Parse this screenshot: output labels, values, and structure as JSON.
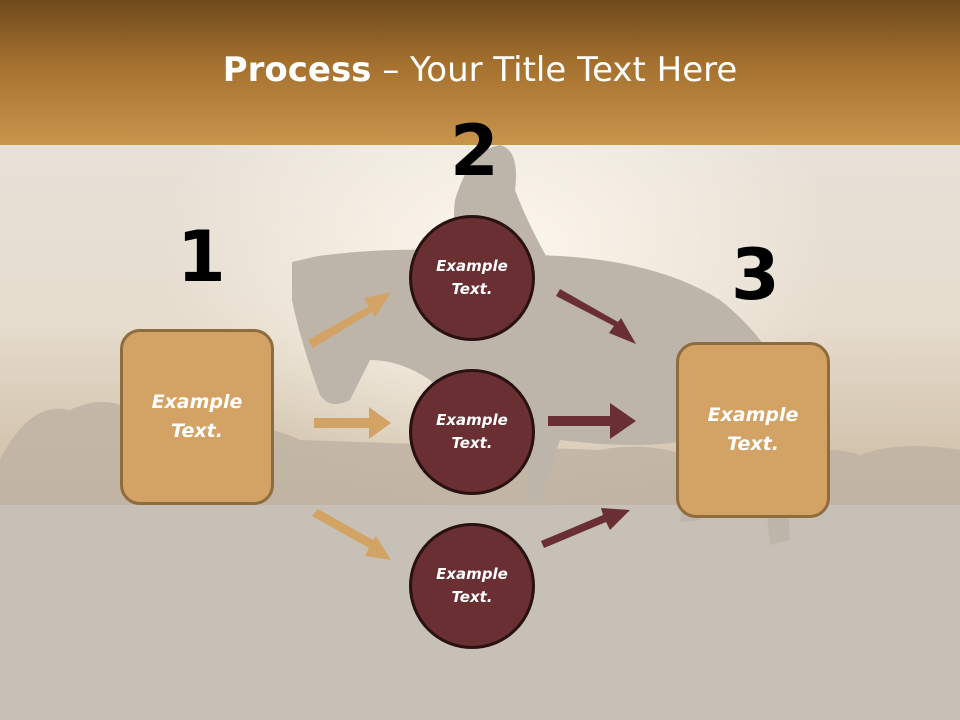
{
  "slide": {
    "title_bold": "Process",
    "title_rest": " – Your Title Text Here"
  },
  "numbers": {
    "n1": "1",
    "n2": "2",
    "n3": "3"
  },
  "nodes": {
    "left_box": "Example Text.",
    "circle_top": "Example Text.",
    "circle_middle": "Example Text.",
    "circle_bottom": "Example Text.",
    "right_box": "Example Text."
  },
  "colors": {
    "header": "#a5712e",
    "box_fill": "#d3a365",
    "circle_fill": "#692f33",
    "arrow_left": "#d3a365",
    "arrow_right": "#692f33"
  }
}
